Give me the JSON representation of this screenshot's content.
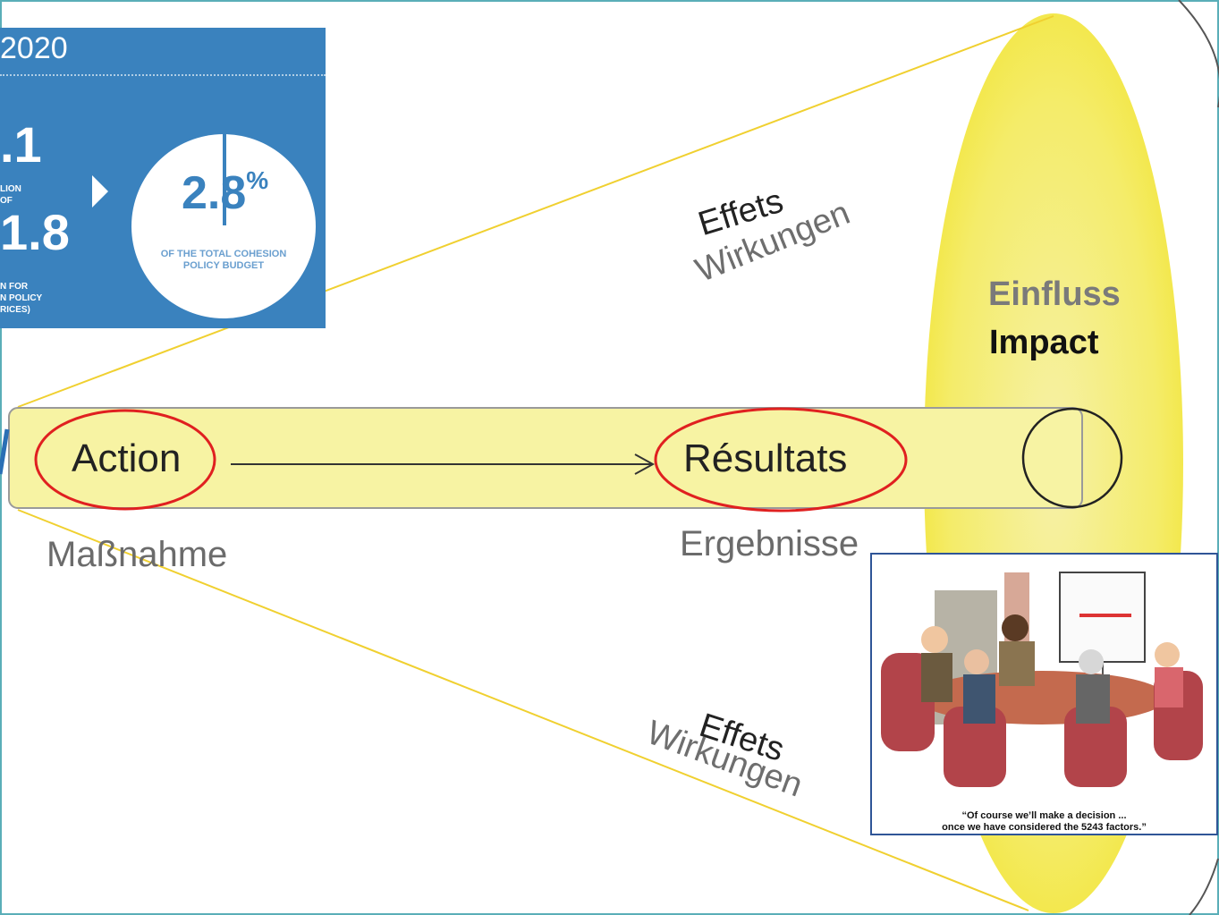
{
  "diagram": {
    "action": "Action",
    "action_sub": "Maßnahme",
    "resultats": "Résultats",
    "resultats_sub": "Ergebnisse",
    "impact_line1": "Einfluss",
    "impact_line2": "Impact",
    "effects_upper_fr": "Effets",
    "effects_upper_de": "Wirkungen",
    "effects_lower_fr": "Effets",
    "effects_lower_de": "Wirkungen"
  },
  "infographic": {
    "year_fragment": "2020",
    "number1_fragment": ".1",
    "number1_sub": [
      "LION",
      "OF"
    ],
    "number2_fragment": "1.8",
    "number2_sub": [
      "N FOR",
      "N POLICY",
      "RICES)"
    ],
    "percent": "2.8",
    "percent_sign": "%",
    "percent_caption": "OF THE TOTAL COHESION POLICY BUDGET"
  },
  "cartoon": {
    "caption_line1": "“Of course we’ll make a decision ...",
    "caption_line2": "once we have considered the 5243 factors.”"
  },
  "colors": {
    "yellow_band": "#f7f3a3",
    "yellow_ellipse": "#f6ef72",
    "red_ellipse": "#e02020",
    "cone_line": "#f0d030",
    "infographic_bg": "#3a82be",
    "frame_teal": "#5aaeb8"
  }
}
